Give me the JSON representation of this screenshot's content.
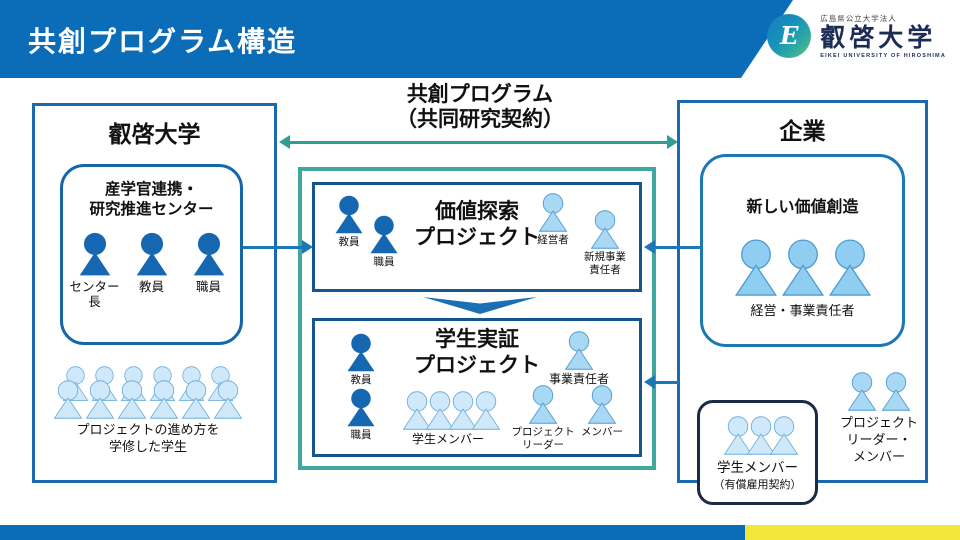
{
  "header": {
    "title": "共創プログラム構造"
  },
  "logo": {
    "org": "広島県公立大学法人",
    "university": "叡啓大学",
    "subtitle": "EIKEI UNIVERSITY OF HIROSHIMA",
    "mark_letter": "E"
  },
  "program_arrow_label": "共創プログラム\n（共同研究契約）",
  "university_box": {
    "title": "叡啓大学",
    "center_box": {
      "title": "産学官連携・\n研究推進センター",
      "members": [
        "センター長",
        "教員",
        "職員"
      ]
    },
    "students_label": "プロジェクトの進め方を\n学修した学生"
  },
  "value_project_box": {
    "title": "価値探索\nプロジェクト",
    "labels": {
      "teacher": "教員",
      "staff": "職員",
      "executive": "経営者",
      "new_business": "新規事業\n責任者"
    }
  },
  "student_project_box": {
    "title": "学生実証\nプロジェクト",
    "labels": {
      "teacher": "教員",
      "staff": "職員",
      "student_members": "学生メンバー",
      "business_owner": "事業責任者",
      "project_leader": "プロジェクト\nリーダー",
      "member": "メンバー"
    }
  },
  "company_box": {
    "title": "企業",
    "value_creation_box": {
      "title": "新しい価値創造",
      "members_label": "経営・事業責任者"
    },
    "student_member_box": {
      "label": "学生メンバー",
      "sublabel": "（有償雇用契約）"
    },
    "leader_group_label": "プロジェクト\nリーダー・\nメンバー"
  },
  "icons": {
    "person": "person-silhouette-icon",
    "logo_mark": "eikei-university-logo-icon"
  },
  "colors": {
    "header_blue": "#0B6CB7",
    "teal_accent": "#2F9E94",
    "navy_border": "#16568F",
    "blue_border": "#1B6AAE",
    "person_dark": "#1667B1",
    "person_light": "#A9D8F4",
    "person_pale": "#CFE9FB",
    "person_sky": "#8FCEF0",
    "footer_yellow": "#F2E73B"
  }
}
